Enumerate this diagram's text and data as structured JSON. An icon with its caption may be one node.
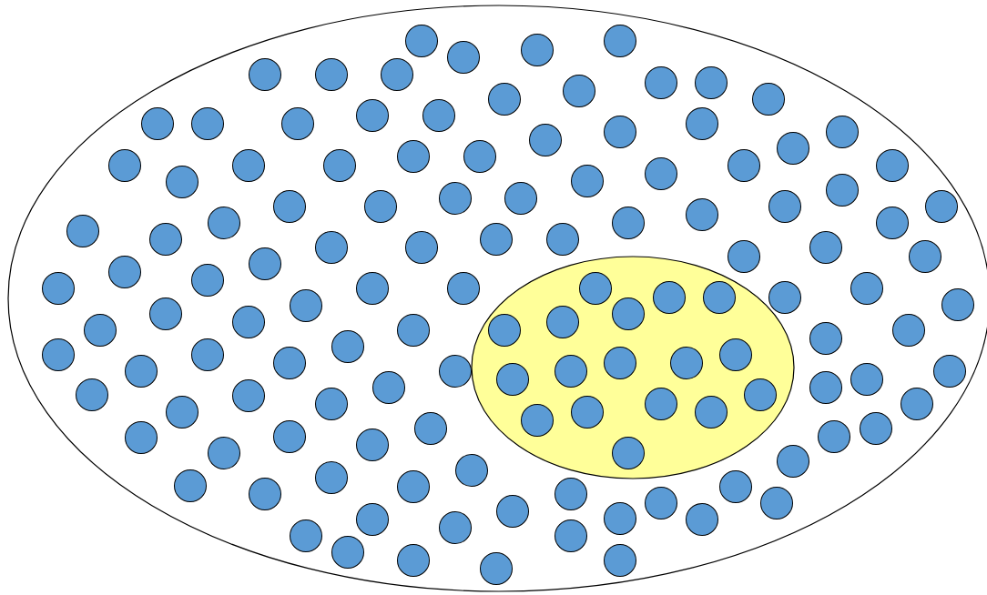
{
  "diagram": {
    "nodes": [
      {
        "text": [],
        "shape": "ellipse"
      },
      {
        "text": [],
        "shape": "ellipse",
        "in": 0
      }
    ]
  }
}
